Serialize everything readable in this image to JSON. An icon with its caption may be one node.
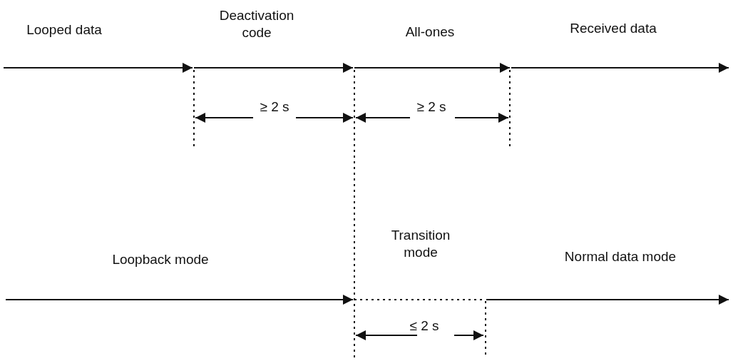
{
  "diagram": {
    "labels": [
      "Looped data",
      "Deactivation code",
      "All-ones",
      "Received data",
      "≥ 2 s",
      "≥ 2 s",
      "Loopback mode",
      "Transition mode",
      "Normal data mode",
      "≤ 2 s"
    ]
  }
}
